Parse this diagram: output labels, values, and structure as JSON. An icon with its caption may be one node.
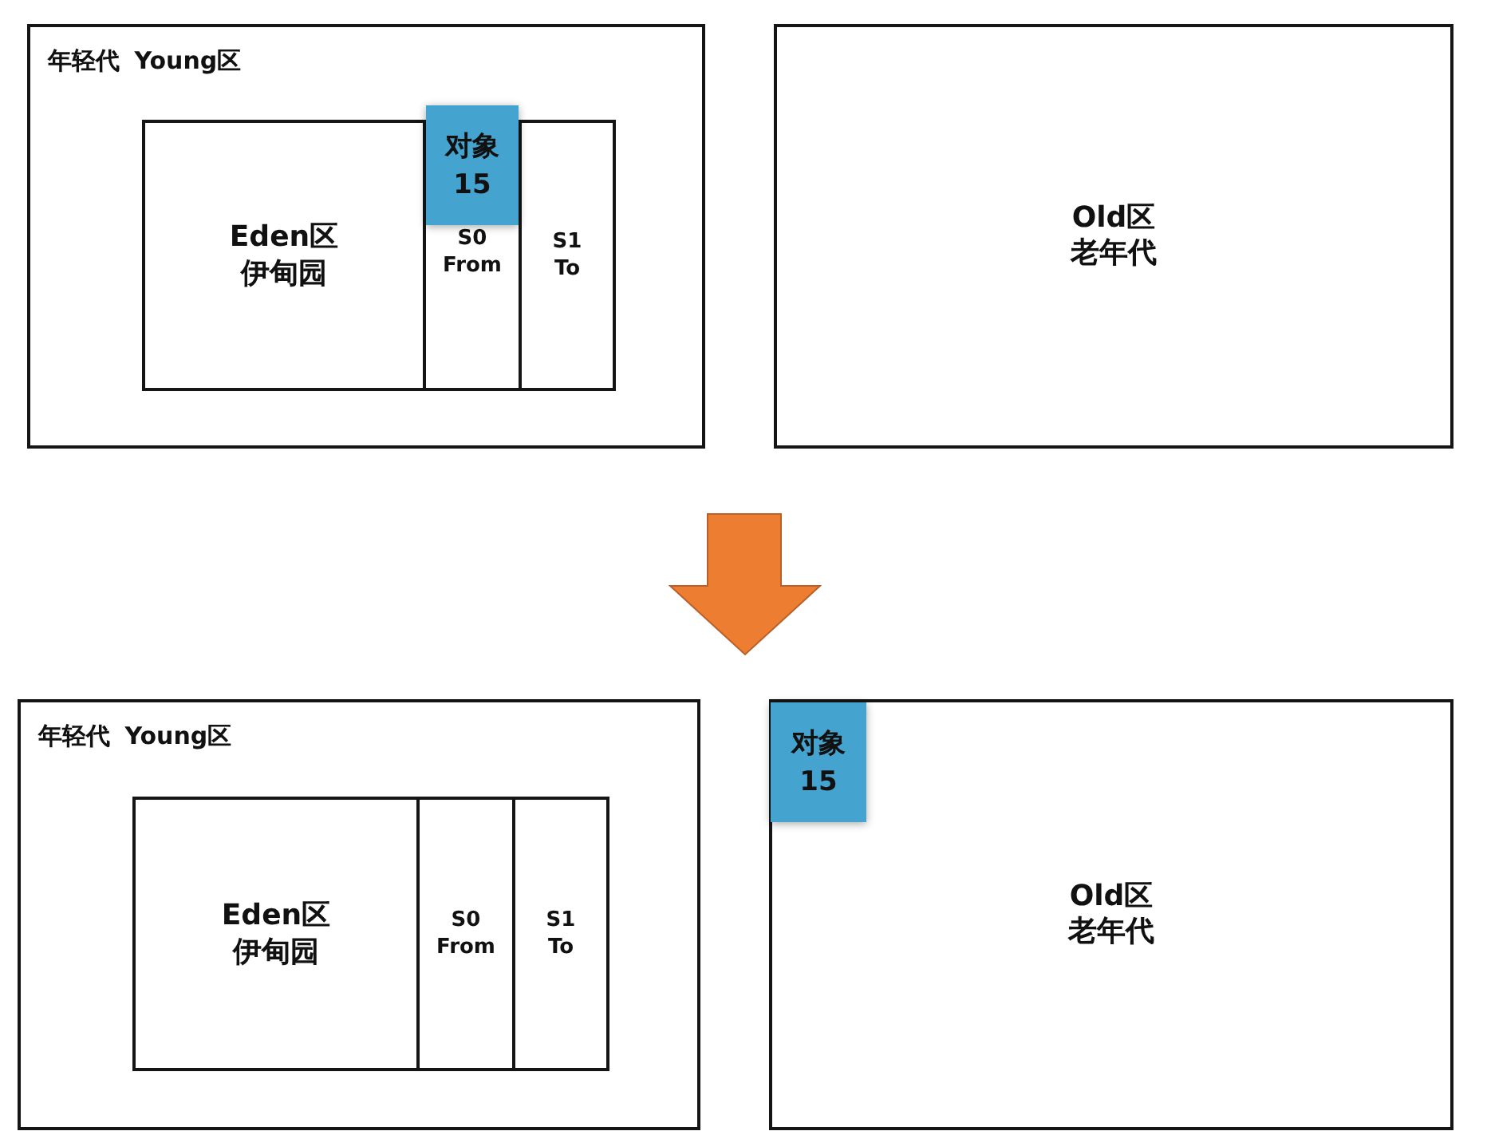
{
  "diagram": {
    "nodes": [
      {
        "text": [
          "年轻代 Young区"
        ]
      },
      {
        "text": [
          "Eden区",
          "伊甸园"
        ],
        "in": 0
      },
      {
        "text": [
          "S0",
          "From"
        ],
        "in": 0
      },
      {
        "text": [
          "S1",
          "To"
        ],
        "in": 0
      },
      {
        "text": [
          "对象",
          "15"
        ],
        "in": 0
      },
      {
        "text": [
          "Old区",
          "老年代"
        ]
      },
      {
        "text": [
          "年轻代 Young区"
        ]
      },
      {
        "text": [
          "Eden区",
          "伊甸园"
        ],
        "in": 6
      },
      {
        "text": [
          "S0",
          "From"
        ],
        "in": 6
      },
      {
        "text": [
          "S1",
          "To"
        ],
        "in": 6
      },
      {
        "text": [
          "Old区",
          "老年代"
        ]
      },
      {
        "text": [
          "对象",
          "15"
        ],
        "in": 10
      }
    ]
  }
}
